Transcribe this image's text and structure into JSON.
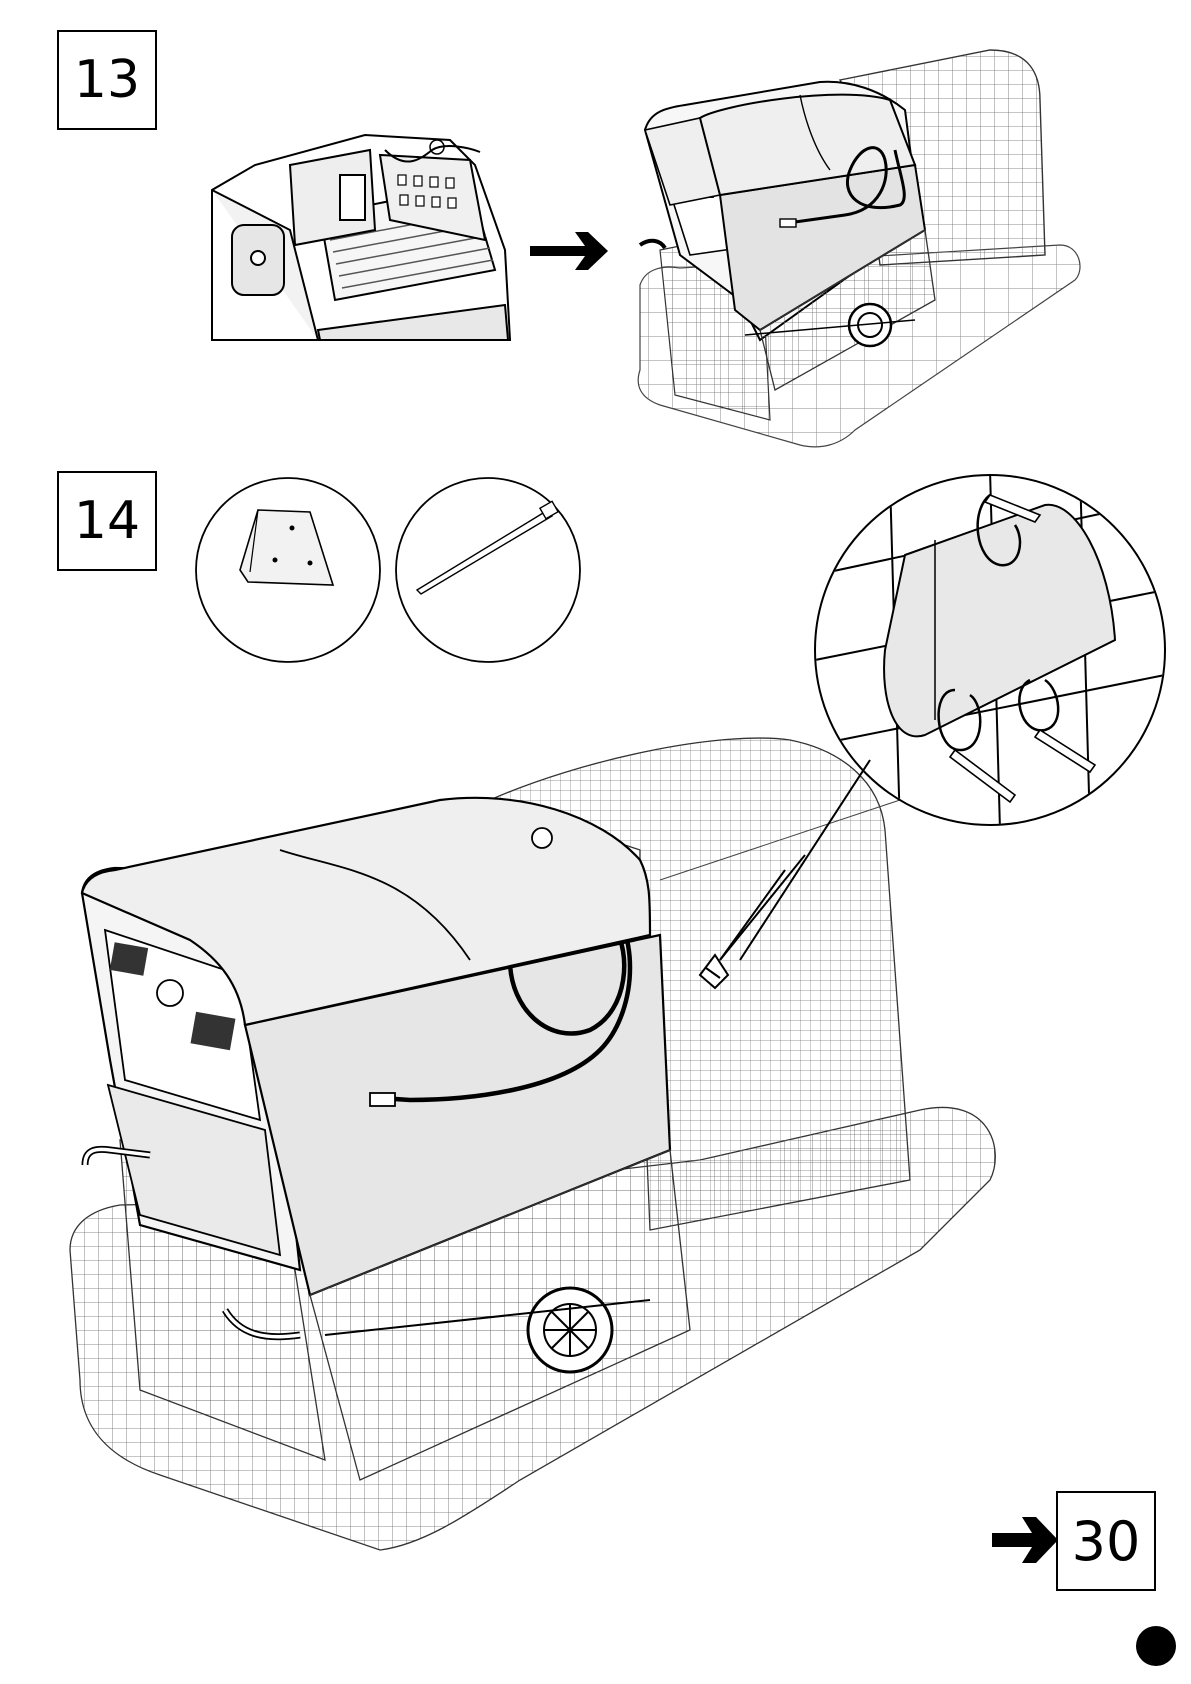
{
  "steps": {
    "step13": "13",
    "step14": "14"
  },
  "footer": {
    "next_page": "30"
  },
  "icons": {
    "arrow": "right-arrow-icon",
    "page_marker": "filled-circle"
  }
}
